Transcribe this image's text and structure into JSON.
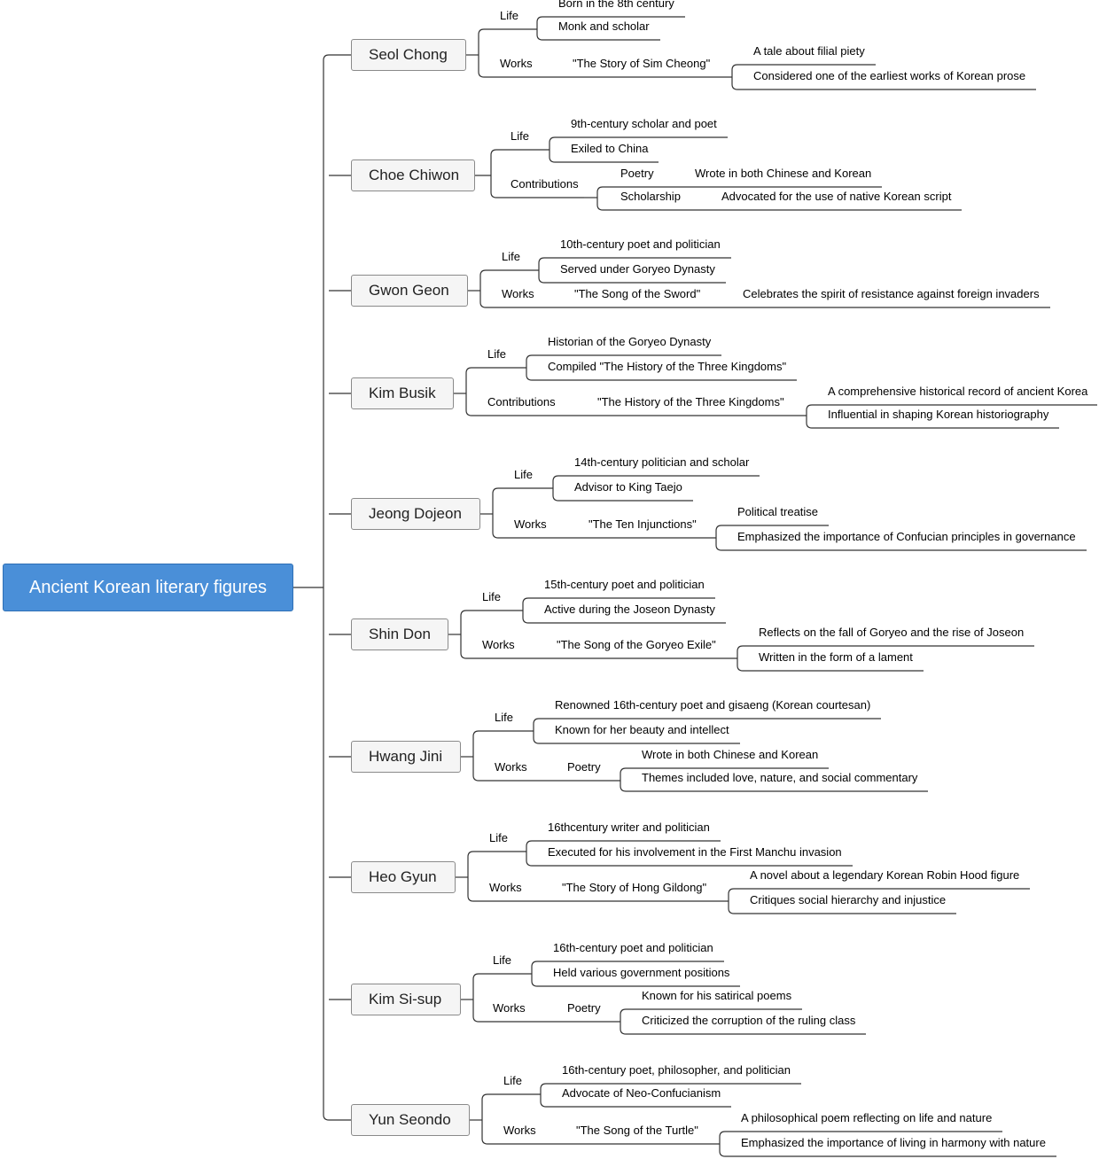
{
  "root": {
    "label": "Ancient Korean literary figures"
  },
  "figures": [
    {
      "name": "Seol Chong",
      "branches": [
        {
          "label": "Life",
          "children": [
            {
              "label": "Born in the 8th century"
            },
            {
              "label": "Monk and scholar"
            }
          ]
        },
        {
          "label": "Works",
          "children": [
            {
              "label": "\"The Story of Sim Cheong\"",
              "children": [
                {
                  "label": "A tale about filial piety"
                },
                {
                  "label": "Considered one of the earliest works of Korean prose"
                }
              ]
            }
          ]
        }
      ]
    },
    {
      "name": "Choe Chiwon",
      "branches": [
        {
          "label": "Life",
          "children": [
            {
              "label": "9th-century scholar and poet"
            },
            {
              "label": "Exiled to China"
            }
          ]
        },
        {
          "label": "Contributions",
          "children": [
            {
              "label": "Poetry",
              "children": [
                {
                  "label": "Wrote in both Chinese and Korean"
                }
              ]
            },
            {
              "label": "Scholarship",
              "children": [
                {
                  "label": "Advocated for the use of native Korean script"
                }
              ]
            }
          ]
        }
      ]
    },
    {
      "name": "Gwon Geon",
      "branches": [
        {
          "label": "Life",
          "children": [
            {
              "label": "10th-century poet and politician"
            },
            {
              "label": "Served under Goryeo Dynasty"
            }
          ]
        },
        {
          "label": "Works",
          "children": [
            {
              "label": "\"The Song of the Sword\"",
              "children": [
                {
                  "label": "Celebrates the spirit of resistance against foreign invaders"
                }
              ]
            }
          ]
        }
      ]
    },
    {
      "name": "Kim Busik",
      "branches": [
        {
          "label": "Life",
          "children": [
            {
              "label": "Historian of the Goryeo Dynasty"
            },
            {
              "label": "Compiled \"The History of the Three Kingdoms\""
            }
          ]
        },
        {
          "label": "Contributions",
          "children": [
            {
              "label": "\"The History of the Three Kingdoms\"",
              "children": [
                {
                  "label": "A comprehensive historical record of ancient Korea"
                },
                {
                  "label": "Influential in shaping Korean historiography"
                }
              ]
            }
          ]
        }
      ]
    },
    {
      "name": "Jeong Dojeon",
      "branches": [
        {
          "label": "Life",
          "children": [
            {
              "label": "14th-century politician and scholar"
            },
            {
              "label": "Advisor to King Taejo"
            }
          ]
        },
        {
          "label": "Works",
          "children": [
            {
              "label": "\"The Ten Injunctions\"",
              "children": [
                {
                  "label": "Political treatise"
                },
                {
                  "label": "Emphasized the importance of Confucian principles in governance"
                }
              ]
            }
          ]
        }
      ]
    },
    {
      "name": "Shin Don",
      "branches": [
        {
          "label": "Life",
          "children": [
            {
              "label": "15th-century poet and politician"
            },
            {
              "label": "Active during the Joseon Dynasty"
            }
          ]
        },
        {
          "label": "Works",
          "children": [
            {
              "label": "\"The Song of the Goryeo Exile\"",
              "children": [
                {
                  "label": "Reflects on the fall of Goryeo and the rise of Joseon"
                },
                {
                  "label": "Written in the form of a lament"
                }
              ]
            }
          ]
        }
      ]
    },
    {
      "name": "Hwang Jini",
      "branches": [
        {
          "label": "Life",
          "children": [
            {
              "label": "Renowned 16th-century poet and gisaeng (Korean courtesan)"
            },
            {
              "label": "Known for her beauty and intellect"
            }
          ]
        },
        {
          "label": "Works",
          "children": [
            {
              "label": "Poetry",
              "children": [
                {
                  "label": "Wrote in both Chinese and Korean"
                },
                {
                  "label": "Themes included love, nature, and social commentary"
                }
              ]
            }
          ]
        }
      ]
    },
    {
      "name": "Heo Gyun",
      "branches": [
        {
          "label": "Life",
          "children": [
            {
              "label": "16thcentury writer and politician"
            },
            {
              "label": "Executed for his involvement in the First Manchu invasion"
            }
          ]
        },
        {
          "label": "Works",
          "children": [
            {
              "label": "\"The Story of Hong Gildong\"",
              "children": [
                {
                  "label": "A novel about a legendary Korean Robin Hood figure"
                },
                {
                  "label": "Critiques social hierarchy and injustice"
                }
              ]
            }
          ]
        }
      ]
    },
    {
      "name": "Kim Si-sup",
      "branches": [
        {
          "label": "Life",
          "children": [
            {
              "label": "16th-century poet and politician"
            },
            {
              "label": "Held various government positions"
            }
          ]
        },
        {
          "label": "Works",
          "children": [
            {
              "label": "Poetry",
              "children": [
                {
                  "label": "Known for his satirical poems"
                },
                {
                  "label": "Criticized the corruption of the ruling class"
                }
              ]
            }
          ]
        }
      ]
    },
    {
      "name": "Yun Seondo",
      "branches": [
        {
          "label": "Life",
          "children": [
            {
              "label": "16th-century poet, philosopher, and politician"
            },
            {
              "label": "Advocate of Neo-Confucianism"
            }
          ]
        },
        {
          "label": "Works",
          "children": [
            {
              "label": "\"The Song of the Turtle\"",
              "children": [
                {
                  "label": "A philosophical poem reflecting on life and nature"
                },
                {
                  "label": "Emphasized the importance of living in harmony with nature"
                }
              ]
            }
          ]
        }
      ]
    }
  ]
}
